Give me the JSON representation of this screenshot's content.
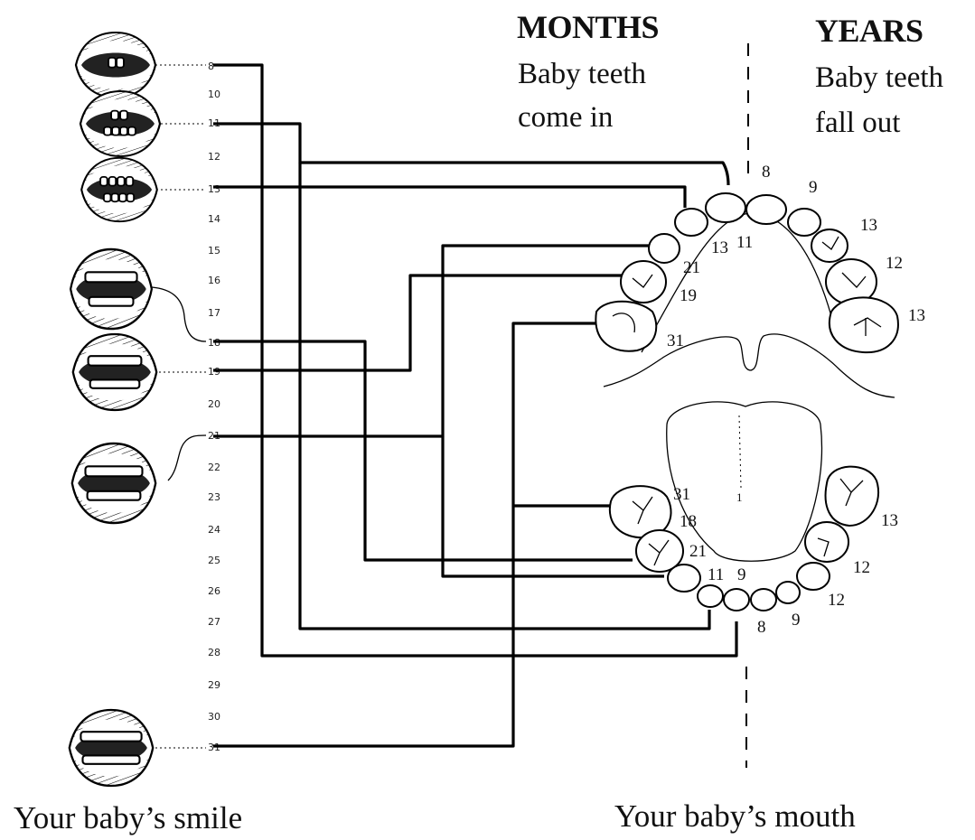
{
  "headings": {
    "months_title": "MONTHS",
    "months_sub_1": "Baby teeth",
    "months_sub_2": "come in",
    "years_title": "YEARS",
    "years_sub_1": "Baby teeth",
    "years_sub_2": "fall out"
  },
  "captions": {
    "left": "Your baby’s smile",
    "right": "Your baby’s mouth"
  },
  "scale": {
    "ticks": [
      "8",
      "10",
      "11",
      "12",
      "13",
      "14",
      "15",
      "16",
      "17",
      "18",
      "19",
      "20",
      "21",
      "22",
      "23",
      "24",
      "25",
      "26",
      "27",
      "28",
      "29",
      "30",
      "31"
    ]
  },
  "upper_jaw_labels": {
    "years": [
      "8",
      "9",
      "13",
      "12",
      "13"
    ],
    "months": [
      "13",
      "11",
      "21",
      "19",
      "31"
    ]
  },
  "lower_jaw_labels": {
    "years": [
      "8",
      "9",
      "12",
      "12",
      "13"
    ],
    "months": [
      "31",
      "18",
      "21",
      "11",
      "9"
    ]
  },
  "misc": {
    "tongue_label": "1"
  },
  "smile_icons": [
    "smile-8-months",
    "smile-11-months",
    "smile-13-months",
    "smile-18-months",
    "smile-19-months",
    "smile-21-months",
    "smile-31-months"
  ]
}
